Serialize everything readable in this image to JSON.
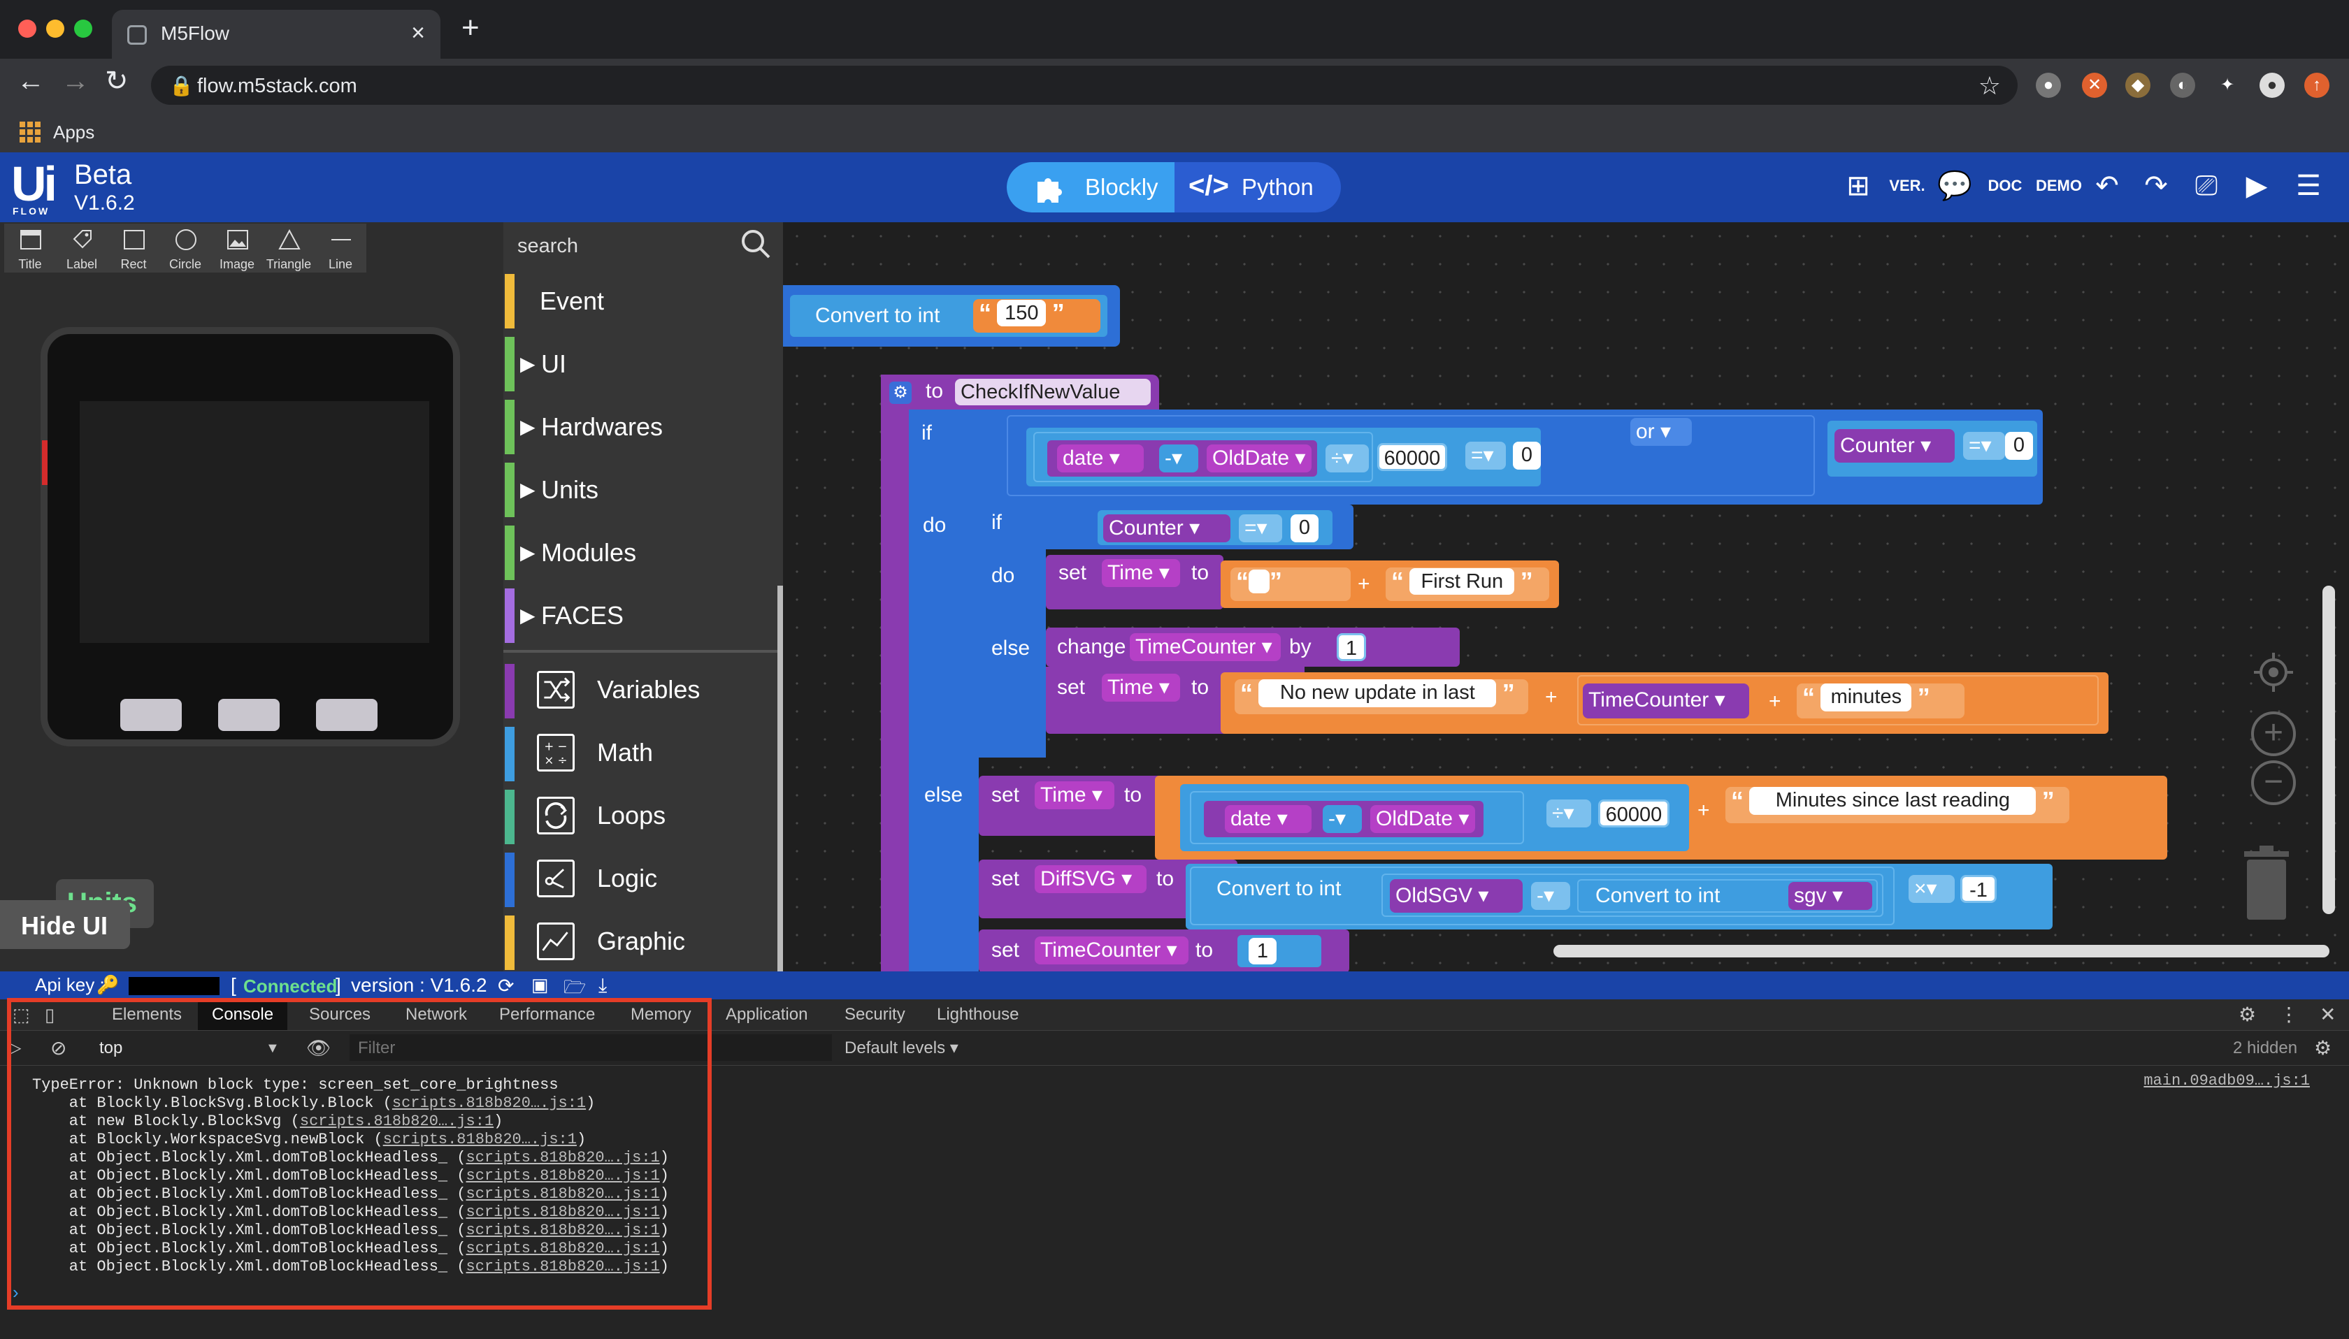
{
  "browser": {
    "tab_title": "M5Flow",
    "tab_close": "×",
    "new_tab": "+",
    "url": "flow.m5stack.com",
    "bookmarks": {
      "apps_label": "Apps"
    },
    "colors": {
      "close": "#ff5f57",
      "minimize": "#febc2e",
      "maximize": "#28c840"
    }
  },
  "app": {
    "logo_text": "Ui",
    "logo_sub": "FLOW",
    "title": "Beta",
    "version": "V1.6.2",
    "modes": {
      "blockly": "Blockly",
      "python": "Python"
    },
    "header_icons": [
      {
        "name": "new-file-icon",
        "glyph": "⊞"
      },
      {
        "name": "version-icon",
        "glyph": "VER."
      },
      {
        "name": "feedback-icon",
        "glyph": "💬"
      },
      {
        "name": "doc-icon",
        "glyph": "DOC"
      },
      {
        "name": "demo-icon",
        "glyph": "DEMO"
      },
      {
        "name": "undo-icon",
        "glyph": "↶"
      },
      {
        "name": "redo-icon",
        "glyph": "↷"
      },
      {
        "name": "download-device-icon",
        "glyph": "⎚"
      },
      {
        "name": "run-icon",
        "glyph": "▶"
      },
      {
        "name": "menu-icon",
        "glyph": "☰"
      }
    ],
    "accent": "#1a44a8"
  },
  "ui_tools": [
    {
      "label": "Title",
      "shape": "title"
    },
    {
      "label": "Label",
      "shape": "label"
    },
    {
      "label": "Rect",
      "shape": "rect"
    },
    {
      "label": "Circle",
      "shape": "circle"
    },
    {
      "label": "Image",
      "shape": "image"
    },
    {
      "label": "Triangle",
      "shape": "triangle"
    },
    {
      "label": "Line",
      "shape": "line"
    }
  ],
  "left_panel": {
    "units_label": "Units",
    "hide_ui_label": "Hide UI"
  },
  "categories": {
    "search_placeholder": "search",
    "top": [
      {
        "label": "Event",
        "color": "#f0bb3b",
        "arrow": false
      },
      {
        "label": "UI",
        "color": "#6ec25a",
        "arrow": true
      },
      {
        "label": "Hardwares",
        "color": "#6ec25a",
        "arrow": true
      },
      {
        "label": "Units",
        "color": "#6ec25a",
        "arrow": true
      },
      {
        "label": "Modules",
        "color": "#6ec25a",
        "arrow": true
      },
      {
        "label": "FACES",
        "color": "#a46de0",
        "arrow": true
      }
    ],
    "bottom": [
      {
        "label": "Variables",
        "color": "#8a3bb0",
        "icon": "shuffle-icon"
      },
      {
        "label": "Math",
        "color": "#3e9de0",
        "icon": "calculator-icon"
      },
      {
        "label": "Loops",
        "color": "#4cb78e",
        "icon": "loop-icon"
      },
      {
        "label": "Logic",
        "color": "#2d6fd6",
        "icon": "logic-icon"
      },
      {
        "label": "Graphic",
        "color": "#f0bb3b",
        "icon": "graph-icon"
      }
    ]
  },
  "blocks": {
    "convert_top": {
      "label": "Convert to int",
      "value": "150"
    },
    "func": {
      "prefix": "to",
      "name": "CheckIfNewValue"
    },
    "kw": {
      "if": "if",
      "do": "do",
      "else": "else",
      "or": "or",
      "set": "set",
      "to": "to",
      "change": "change",
      "by": "by",
      "convert": "Convert to int"
    },
    "cond1": {
      "a": "date",
      "minus": "-",
      "b": "OldDate",
      "div": "÷",
      "num": "60000",
      "eq": "=",
      "zero": "0",
      "c": "Counter",
      "eq2": "=",
      "zero2": "0"
    },
    "inner_if": {
      "var": "Counter",
      "eq": "=",
      "val": "0"
    },
    "set_time_first": {
      "var": "Time",
      "str1": "",
      "plus": "+",
      "str2": "First Run"
    },
    "change_tc": {
      "var": "TimeCounter",
      "by": "1"
    },
    "set_time_noupdate": {
      "var": "Time",
      "str1": "No new update in last",
      "plus": "+",
      "var2": "TimeCounter",
      "plus2": "+",
      "str2": "minutes"
    },
    "set_time_else": {
      "var": "Time",
      "a": "date",
      "minus": "-",
      "b": "OldDate",
      "div": "÷",
      "num": "60000",
      "plus": "+",
      "str": "Minutes since last reading"
    },
    "set_diff": {
      "var": "DiffSVG",
      "a": "OldSGV",
      "minus": "-",
      "b": "sgv",
      "mul": "×",
      "num": "-1"
    },
    "set_tc": {
      "var": "TimeCounter",
      "val": "1"
    }
  },
  "status": {
    "api_key_label": "Api key :",
    "connected_open": "[",
    "connected": "Connected",
    "connected_close": "]",
    "version": "version : V1.6.2",
    "connected_color": "#6ee08d"
  },
  "devtools": {
    "tabs": [
      "Elements",
      "Console",
      "Sources",
      "Network",
      "Performance",
      "Memory",
      "Application",
      "Security",
      "Lighthouse"
    ],
    "active_tab": "Console",
    "context": "top",
    "filter_placeholder": "Filter",
    "levels": "Default levels ▾",
    "hidden": "2 hidden",
    "source_ref": "main.09adb09….js:1",
    "error_title": "TypeError: Unknown block type: screen_set_core_brightness",
    "stack": [
      {
        "fn": "    at Blockly.BlockSvg.Blockly.Block (",
        "src": "scripts.818b820….js:1",
        "end": ")"
      },
      {
        "fn": "    at new Blockly.BlockSvg (",
        "src": "scripts.818b820….js:1",
        "end": ")"
      },
      {
        "fn": "    at Blockly.WorkspaceSvg.newBlock (",
        "src": "scripts.818b820….js:1",
        "end": ")"
      },
      {
        "fn": "    at Object.Blockly.Xml.domToBlockHeadless_ (",
        "src": "scripts.818b820….js:1",
        "end": ")"
      },
      {
        "fn": "    at Object.Blockly.Xml.domToBlockHeadless_ (",
        "src": "scripts.818b820….js:1",
        "end": ")"
      },
      {
        "fn": "    at Object.Blockly.Xml.domToBlockHeadless_ (",
        "src": "scripts.818b820….js:1",
        "end": ")"
      },
      {
        "fn": "    at Object.Blockly.Xml.domToBlockHeadless_ (",
        "src": "scripts.818b820….js:1",
        "end": ")"
      },
      {
        "fn": "    at Object.Blockly.Xml.domToBlockHeadless_ (",
        "src": "scripts.818b820….js:1",
        "end": ")"
      },
      {
        "fn": "    at Object.Blockly.Xml.domToBlockHeadless_ (",
        "src": "scripts.818b820….js:1",
        "end": ")"
      },
      {
        "fn": "    at Object.Blockly.Xml.domToBlockHeadless_ (",
        "src": "scripts.818b820….js:1",
        "end": ")"
      }
    ],
    "highlight_color": "#e53d27"
  }
}
